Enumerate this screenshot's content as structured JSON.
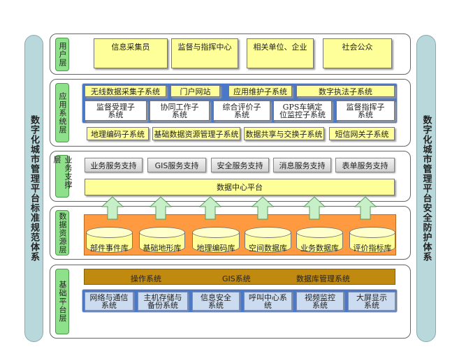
{
  "left_sidebar": "数字化城市管理平台标准规范体系",
  "right_sidebar": "数字化城市管理平台安全防护体系",
  "layers": {
    "user": {
      "label": "用户层",
      "items": [
        "信息采集员",
        "监督与指挥中心",
        "相关单位、企业",
        "社会公众"
      ]
    },
    "app": {
      "label": "应用系统层",
      "row1": [
        "无线数据采集子系统",
        "门户网站",
        "应用维护子系统",
        "数字执法子系统"
      ],
      "row2": [
        "监督受理子系统",
        "协同工作子系统",
        "综合评价子系统",
        "GPS车辆定位监控子系统",
        "监督指挥子系统"
      ],
      "row3": [
        "地理编码子系统",
        "基础数据资源管理子系统",
        "数据共享与交换子系统",
        "短信网关子系统"
      ]
    },
    "service": {
      "label": "业务支撑层",
      "items": [
        "业务服务支持",
        "GIS服务支持",
        "安全服务支持",
        "消息服务支持",
        "表单服务支持"
      ],
      "platform": "数据中心平台"
    },
    "data": {
      "label": "数据资源层",
      "items": [
        "部件事件库",
        "基础地形库",
        "地理编码库",
        "空间数据库",
        "业务数据库",
        "评价指标库"
      ]
    },
    "base": {
      "label": "基础平台层",
      "software": [
        "操作系统",
        "GIS系统",
        "数据库管理系统"
      ],
      "items": [
        "网络与通信系统",
        "主机存储与备份系统",
        "信息安全系统",
        "呼叫中心系统",
        "视频监控系统",
        "大屏显示系统"
      ]
    }
  },
  "colors": {
    "layer_label": "#8fe08a",
    "yellow_box": "#ffff99",
    "sidebar": "#b8d8dc",
    "data_bar": "#ff9a40",
    "base_bar": "#c08a10",
    "blue_box": "#4a78c8",
    "base_item": "#ccdcf0"
  }
}
